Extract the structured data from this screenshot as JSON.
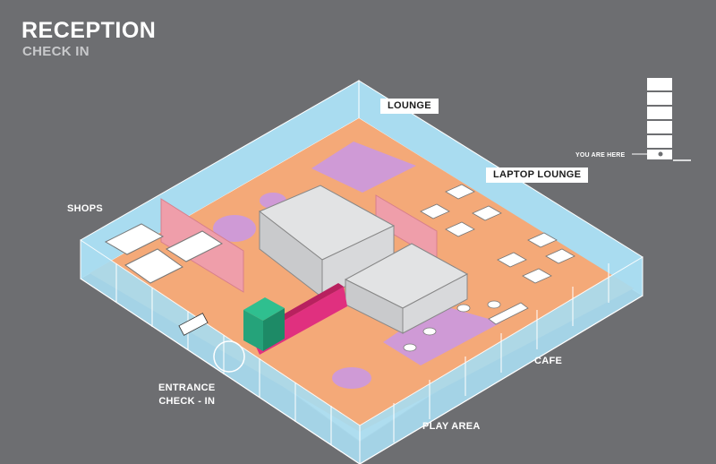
{
  "header": {
    "title": "RECEPTION",
    "subtitle": "CHECK IN"
  },
  "zones": {
    "lounge": "LOUNGE",
    "laptop_lounge": "LAPTOP LOUNGE",
    "shops": "SHOPS",
    "entrance": "ENTRANCE\nCHECK - IN",
    "cafe": "CAFE",
    "play_area": "PLAY AREA"
  },
  "building_indicator": {
    "you_are_here": "YOU ARE HERE",
    "floors": 6,
    "current_floor": 1
  },
  "colors": {
    "background": "#6d6e71",
    "floor": "#f4a978",
    "glass": "#a9dcf0",
    "walls": "#d0d1d3",
    "lounge_rug": "#cf9ad6",
    "partition": "#ef9eaa",
    "tunnel": "#e0307f",
    "entrance_box": "#25a37a"
  }
}
